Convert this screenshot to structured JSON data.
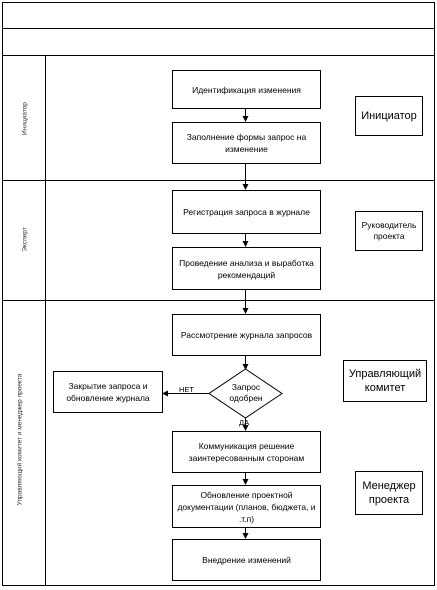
{
  "lanes": [
    {
      "label": "Инициатор"
    },
    {
      "label": "Эксперт"
    },
    {
      "label": "Управляющий комитет и менеджер проекта"
    }
  ],
  "steps": {
    "identify": "Идентификация изменения",
    "fill_form": "Заполнение формы запрос на изменение",
    "register": "Регистрация запроса в журнале",
    "analysis": "Проведение анализа и выработка рекомендаций",
    "review": "Рассмотрение журнала запросов",
    "decision": "Запрос одобрен",
    "close": "Закрытие запроса и обновление журнала",
    "communicate": "Коммуникация решение заинтересованным сторонам",
    "update_docs": "Обновление проектной документации (планов, бюджета, и .т.п)",
    "implement": "Внедрение изменений"
  },
  "roles": {
    "initiator": "Инициатор",
    "manager": "Руководитель проекта",
    "committee": "Управляющий комитет",
    "pm": "Менеджер проекта"
  },
  "labels": {
    "no": "НЕТ",
    "yes": "ДА"
  }
}
